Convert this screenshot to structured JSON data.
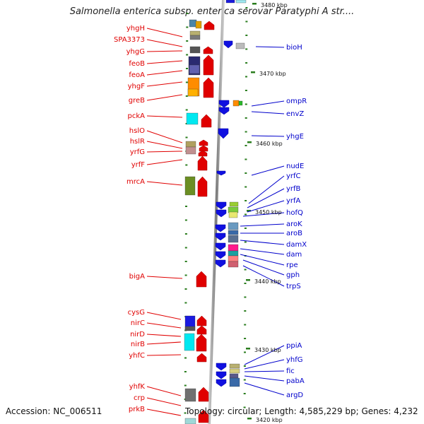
{
  "title": "Salmonella enterica subsp. enterica serovar Paratyphi A str....",
  "footer": {
    "accession": "Accession: NC_006511",
    "summary": "Topology: circular; Length: 4,585,229 bp; Genes: 4,232"
  },
  "colors": {
    "left_label": "#e00000",
    "right_label": "#0000cc",
    "kbp_tick": "#2a7d1e"
  },
  "kbp_markers": [
    "3480 kbp",
    "3470 kbp",
    "3460 kbp",
    "3450 kbp",
    "3440 kbp",
    "3430 kbp",
    "3420 kbp"
  ],
  "left_genes": [
    "yhgH",
    "SPA3373",
    "yhgG",
    "feoB",
    "feoA",
    "yhgF",
    "greB",
    "pckA",
    "hslO",
    "hslR",
    "yrfG",
    "yrfF",
    "mrcA",
    "bigA",
    "cysG",
    "nirC",
    "nirD",
    "nirB",
    "yhfC",
    "yhfK",
    "crp",
    "prkB"
  ],
  "right_genes": [
    "bioH",
    "ompR",
    "envZ",
    "yhgE",
    "nudE",
    "yrfC",
    "yrfB",
    "yrfA",
    "hofQ",
    "aroK",
    "aroB",
    "damX",
    "dam",
    "rpe",
    "gph",
    "trpS",
    "ppiA",
    "yhfG",
    "fic",
    "pabA",
    "argD"
  ]
}
